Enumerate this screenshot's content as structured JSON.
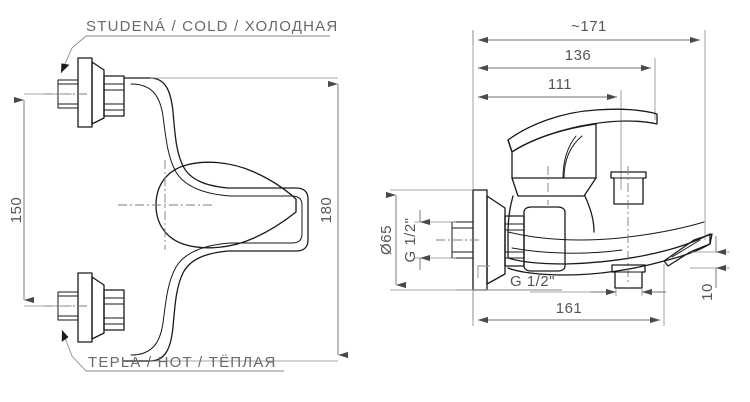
{
  "drawing": {
    "title": "Bath mixer tap technical drawing",
    "views": [
      {
        "name": "front-view",
        "position": "left"
      },
      {
        "name": "side-view",
        "position": "right"
      }
    ]
  },
  "labels": {
    "cold": "STUDENÁ / COLD / ХОЛОДНАЯ",
    "hot": "TEPLÁ / HOT / ТЁПЛАЯ"
  },
  "dimensions": {
    "front": {
      "left_vertical": "150",
      "right_vertical": "180"
    },
    "side": {
      "overall_width": "~171",
      "width_136": "136",
      "width_111": "111",
      "flange_diameter": "Ø65",
      "thread_vertical": "G 1/2\"",
      "thread_horizontal": "G 1/2\"",
      "bottom_width": "161",
      "outlet_height": "10"
    }
  },
  "colors": {
    "outline": "#1a1a1a",
    "dimension": "#6f6f6f",
    "label_text": "#6a6a6a",
    "background": "#ffffff"
  }
}
